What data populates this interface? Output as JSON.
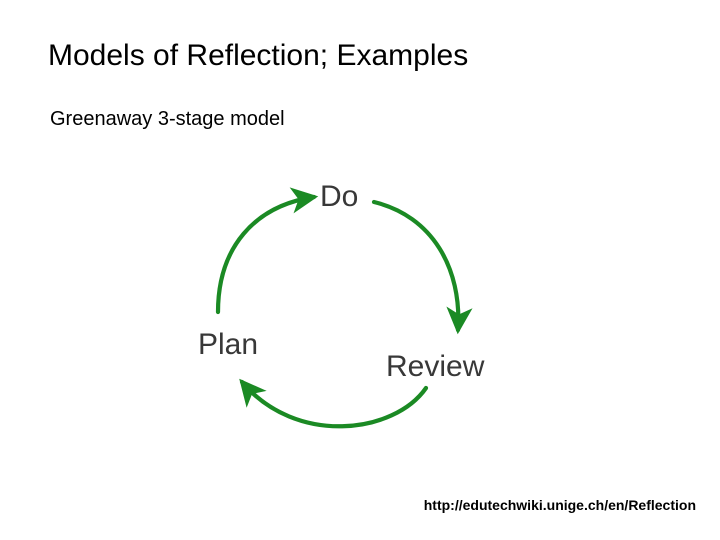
{
  "slide": {
    "title": "Models of Reflection; Examples",
    "subtitle": "Greenaway 3-stage model",
    "source_url": "http://edutechwiki.unige.ch/en/Reflection",
    "background_color": "#ffffff",
    "title_color": "#000000"
  },
  "diagram": {
    "name": "Greenaway 3-stage model",
    "type": "cycle",
    "direction": "clockwise",
    "arrow_color": "#1b8a24",
    "label_color": "#383838",
    "stages": [
      {
        "id": "plan",
        "label": "Plan",
        "order": 1,
        "position": "left"
      },
      {
        "id": "do",
        "label": "Do",
        "order": 2,
        "position": "top"
      },
      {
        "id": "review",
        "label": "Review",
        "order": 3,
        "position": "bottom-right"
      }
    ],
    "transitions": [
      {
        "from": "plan",
        "to": "do",
        "arrowhead": "at-do"
      },
      {
        "from": "do",
        "to": "review",
        "arrowhead": "at-review"
      },
      {
        "from": "review",
        "to": "plan",
        "arrowhead": "at-plan"
      }
    ]
  }
}
